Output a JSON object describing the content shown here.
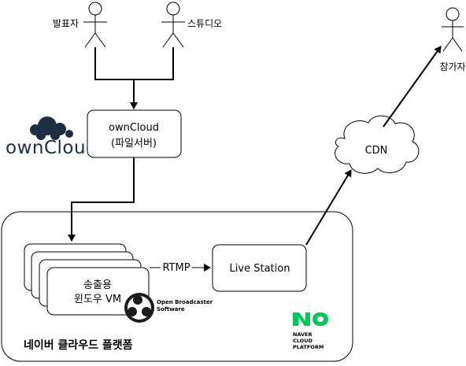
{
  "actors": {
    "presenter": "발표자",
    "studio": "스튜디오",
    "participant": "참가자"
  },
  "owncloud_logo": {
    "text": "ownCloud",
    "color": "#1d2d44"
  },
  "owncloud_box": {
    "line1": "ownCloud",
    "line2": "(파일서버)"
  },
  "cloud_platform": {
    "label": "네이버 클라우드 플랫폼"
  },
  "vm_box": {
    "line1": "송출용",
    "line2": "윈도우 VM"
  },
  "obs": {
    "line1": "Open Broadcaster",
    "line2": "Software"
  },
  "edge_rtmp": "RTMP",
  "live_station": "Live Station",
  "cdn": "CDN",
  "ncp_logo": {
    "line1": "NAVER",
    "line2": "CLOUD",
    "line3": "PLATFORM",
    "color": "#03c75a"
  }
}
